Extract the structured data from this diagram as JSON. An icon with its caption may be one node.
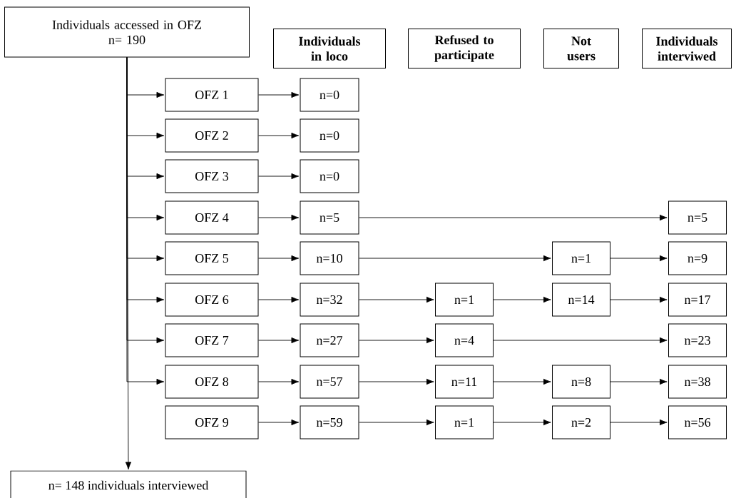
{
  "diagram": {
    "nodes": [
      {
        "text": [
          "Individuals accessed in OFZ",
          "n= 190"
        ]
      },
      {
        "text": [
          "Individuals in loco"
        ]
      },
      {
        "text": [
          "Refused to participate"
        ]
      },
      {
        "text": [
          "Not users"
        ]
      },
      {
        "text": [
          "Individuals interviwed"
        ]
      },
      {
        "text": [
          "OFZ 1"
        ]
      },
      {
        "text": [
          "n=0"
        ]
      },
      {
        "text": [
          "OFZ 2"
        ]
      },
      {
        "text": [
          "n=0"
        ]
      },
      {
        "text": [
          "OFZ 3"
        ]
      },
      {
        "text": [
          "n=0"
        ]
      },
      {
        "text": [
          "OFZ 4"
        ]
      },
      {
        "text": [
          "n=5"
        ]
      },
      {
        "text": [
          "n=5"
        ]
      },
      {
        "text": [
          "OFZ 5"
        ]
      },
      {
        "text": [
          "n=10"
        ]
      },
      {
        "text": [
          "n=1"
        ]
      },
      {
        "text": [
          "n=9"
        ]
      },
      {
        "text": [
          "OFZ 6"
        ]
      },
      {
        "text": [
          "n=32"
        ]
      },
      {
        "text": [
          "n=1"
        ]
      },
      {
        "text": [
          "n=14"
        ]
      },
      {
        "text": [
          "n=17"
        ]
      },
      {
        "text": [
          "OFZ 7"
        ]
      },
      {
        "text": [
          "n=27"
        ]
      },
      {
        "text": [
          "n=4"
        ]
      },
      {
        "text": [
          "n=23"
        ]
      },
      {
        "text": [
          "OFZ 8"
        ]
      },
      {
        "text": [
          "n=57"
        ]
      },
      {
        "text": [
          "n=11"
        ]
      },
      {
        "text": [
          "n=8"
        ]
      },
      {
        "text": [
          "n=38"
        ]
      },
      {
        "text": [
          "OFZ 9"
        ]
      },
      {
        "text": [
          "n=59"
        ]
      },
      {
        "text": [
          "n=1"
        ]
      },
      {
        "text": [
          "n=2"
        ]
      },
      {
        "text": [
          "n=56"
        ]
      },
      {
        "text": [
          "n= 148 individuals interviewed"
        ]
      }
    ],
    "edges": [
      {
        "from": 0,
        "to": 37,
        "arrow": "to"
      },
      {
        "from": 0,
        "to": 5,
        "arrow": "to"
      },
      {
        "from": 0,
        "to": 7,
        "arrow": "to"
      },
      {
        "from": 0,
        "to": 9,
        "arrow": "to"
      },
      {
        "from": 0,
        "to": 11,
        "arrow": "to"
      },
      {
        "from": 0,
        "to": 14,
        "arrow": "to"
      },
      {
        "from": 0,
        "to": 18,
        "arrow": "to"
      },
      {
        "from": 0,
        "to": 23,
        "arrow": "to"
      },
      {
        "from": 0,
        "to": 27,
        "arrow": "to"
      },
      {
        "from": 5,
        "to": 6,
        "arrow": "to"
      },
      {
        "from": 7,
        "to": 8,
        "arrow": "to"
      },
      {
        "from": 9,
        "to": 10,
        "arrow": "to"
      },
      {
        "from": 11,
        "to": 12,
        "arrow": "to"
      },
      {
        "from": 12,
        "to": 13,
        "arrow": "to"
      },
      {
        "from": 14,
        "to": 15,
        "arrow": "to"
      },
      {
        "from": 15,
        "to": 16,
        "arrow": "to"
      },
      {
        "from": 16,
        "to": 17,
        "arrow": "to"
      },
      {
        "from": 18,
        "to": 19,
        "arrow": "to"
      },
      {
        "from": 19,
        "to": 20,
        "arrow": "to"
      },
      {
        "from": 20,
        "to": 21,
        "arrow": "to"
      },
      {
        "from": 21,
        "to": 22,
        "arrow": "to"
      },
      {
        "from": 23,
        "to": 24,
        "arrow": "to"
      },
      {
        "from": 24,
        "to": 25,
        "arrow": "to"
      },
      {
        "from": 25,
        "to": 26,
        "arrow": "to"
      },
      {
        "from": 27,
        "to": 28,
        "arrow": "to"
      },
      {
        "from": 28,
        "to": 29,
        "arrow": "to"
      },
      {
        "from": 29,
        "to": 30,
        "arrow": "to"
      },
      {
        "from": 30,
        "to": 31,
        "arrow": "to"
      },
      {
        "from": 32,
        "to": 33,
        "arrow": "to"
      },
      {
        "from": 33,
        "to": 34,
        "arrow": "to"
      },
      {
        "from": 34,
        "to": 35,
        "arrow": "to"
      },
      {
        "from": 35,
        "to": 36,
        "arrow": "to"
      }
    ]
  }
}
